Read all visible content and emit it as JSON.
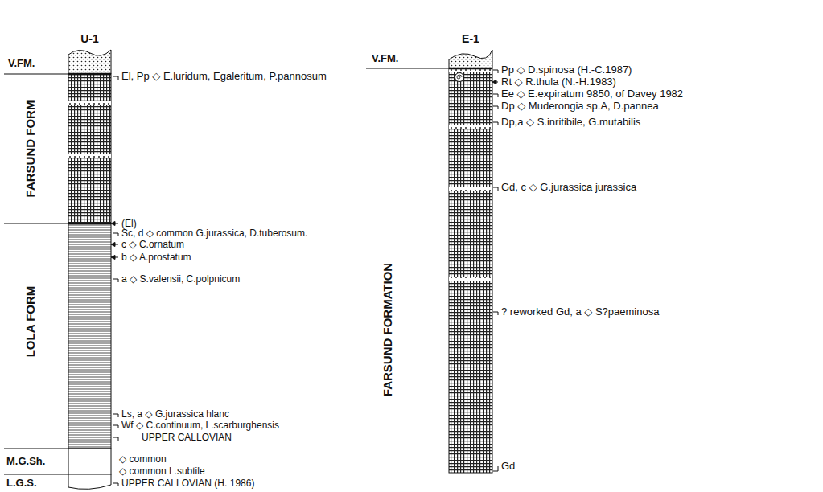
{
  "diagram": {
    "nodes": [
      {
        "text": [
          "U-1"
        ]
      },
      {
        "text": [
          "E-1"
        ]
      }
    ],
    "labels": [
      "V.FM.",
      "FARSUND FORM",
      "LOLA FORM",
      "M.G.Sh.",
      "L.G.S.",
      "El, Pp ◇ E.luridum, Egaleritum, P.pannosum",
      "(El)",
      "Sc, d ◇ common G.jurassica, D.tuberosum.",
      "c ◇ C.ornatum",
      "b ◇ A.prostatum",
      "a ◇ S.valensii, C.polpnicum",
      "Ls, a ◇ G.jurassica hlanc",
      "Wf ◇ C.continuum, L.scarburghensis",
      "UPPER CALLOVIAN",
      "◇ common",
      "◇ common L.subtile",
      "UPPER CALLOVIAN (H. 1986)",
      "V.FM.",
      "Pp ◇ D.spinosa (H.-C.1987)",
      "Rt ◇ R.thula (N.-H.1983)",
      "Ee ◇ E.expiratum 9850, of Davey 1982",
      "Dp ◇ Muderongia sp.A, D.pannea",
      "Dp,a ◇ S.inritibile, G.mutabilis",
      "Gd, c ◇ G.jurassica jurassica",
      "FARSUND FORMATION",
      "? reworked Gd, a ◇ S?paeminosa",
      "Gd"
    ]
  }
}
